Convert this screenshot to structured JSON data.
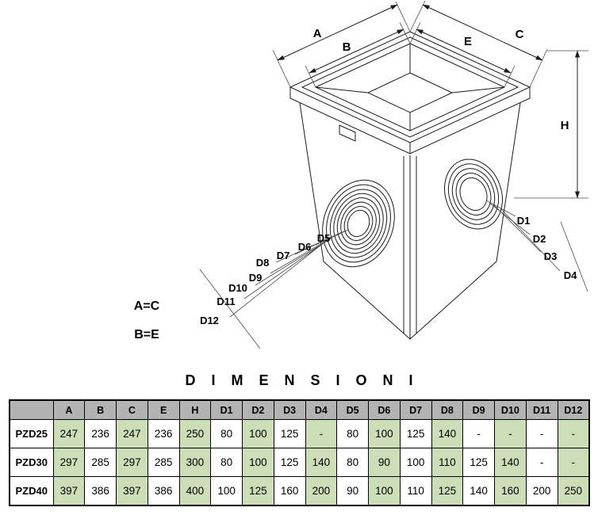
{
  "colors": {
    "highlight_green": "#cbdeb8",
    "header_gray": "#b3b3b3",
    "line": "#1c1c1c"
  },
  "diagram": {
    "dim_labels": {
      "a": "A",
      "b": "B",
      "c": "C",
      "e": "E",
      "h": "H"
    },
    "right_ports": [
      "D1",
      "D2",
      "D3",
      "D4"
    ],
    "left_ports": [
      "D5",
      "D6",
      "D7",
      "D8",
      "D9",
      "D10",
      "D11",
      "D12"
    ],
    "notes": [
      "A=C",
      "B=E"
    ]
  },
  "table": {
    "title": "DIMENSIONI",
    "columns": [
      "A",
      "B",
      "C",
      "E",
      "H",
      "D1",
      "D2",
      "D3",
      "D4",
      "D5",
      "D6",
      "D7",
      "D8",
      "D9",
      "D10",
      "D11",
      "D12"
    ],
    "rows": [
      {
        "name": "PZD25",
        "values": [
          "247",
          "236",
          "247",
          "236",
          "250",
          "80",
          "100",
          "125",
          "-",
          "80",
          "100",
          "125",
          "140",
          "-",
          "-",
          "-",
          "-"
        ]
      },
      {
        "name": "PZD30",
        "values": [
          "297",
          "285",
          "297",
          "285",
          "300",
          "80",
          "100",
          "125",
          "140",
          "80",
          "90",
          "100",
          "110",
          "125",
          "140",
          "-",
          "-"
        ]
      },
      {
        "name": "PZD40",
        "values": [
          "397",
          "386",
          "397",
          "386",
          "400",
          "100",
          "125",
          "160",
          "200",
          "90",
          "100",
          "110",
          "125",
          "140",
          "160",
          "200",
          "250"
        ]
      }
    ]
  }
}
